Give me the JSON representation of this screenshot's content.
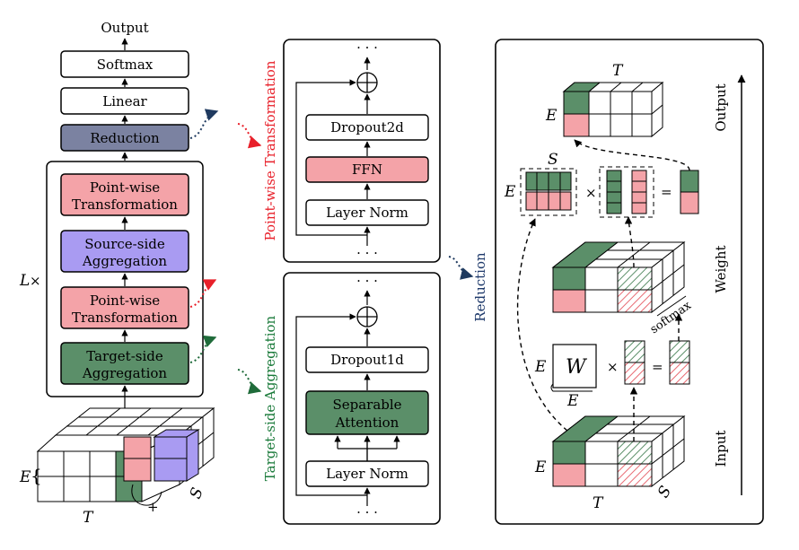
{
  "left": {
    "output": "Output",
    "softmax": "Softmax",
    "linear": "Linear",
    "reduction": "Reduction",
    "pw1_line1": "Point-wise",
    "pw1_line2": "Transformation",
    "src_line1": "Source-side",
    "src_line2": "Aggregation",
    "pw2_line1": "Point-wise",
    "pw2_line2": "Transformation",
    "tgt_line1": "Target-side",
    "tgt_line2": "Aggregation",
    "layers": "L",
    "times": "×",
    "E": "E",
    "T": "T",
    "S": "S",
    "plus": "+"
  },
  "middle_top": {
    "dots_top": "· · ·",
    "dots_bottom": "· · ·",
    "dropout": "Dropout2d",
    "ffn": "FFN",
    "norm": "Layer Norm",
    "side_label": "Point-wise Transformation"
  },
  "middle_bottom": {
    "dots_top": "· · ·",
    "dots_bottom": "· · ·",
    "dropout": "Dropout1d",
    "attn_line1": "Separable",
    "attn_line2": "Attention",
    "norm": "Layer Norm",
    "side_label": "Target-side Aggregation"
  },
  "reduction_label": "Reduction",
  "right": {
    "T_top": "T",
    "E_top": "E",
    "S_mid": "S",
    "E_mid": "E",
    "times1": "×",
    "equals1": "=",
    "softmax": "softmax",
    "E_w": "E",
    "W": "W",
    "E_wb": "E",
    "times2": "×",
    "equals2": "=",
    "E_in": "E",
    "T_in": "T",
    "S_in": "S",
    "phase_output": "Output",
    "phase_weight": "Weight",
    "phase_input": "Input"
  },
  "colors": {
    "red": "#f4a3a8",
    "green": "#5b8f69",
    "purple": "#a99bf2",
    "slate": "#7b82a1",
    "dotted_blue": "#1f3a5f",
    "dotted_red": "#e8202a",
    "dotted_green": "#1f6b3a",
    "label_red": "#e8202a",
    "label_green": "#1a7a3a",
    "label_blue": "#1f3a6b"
  }
}
